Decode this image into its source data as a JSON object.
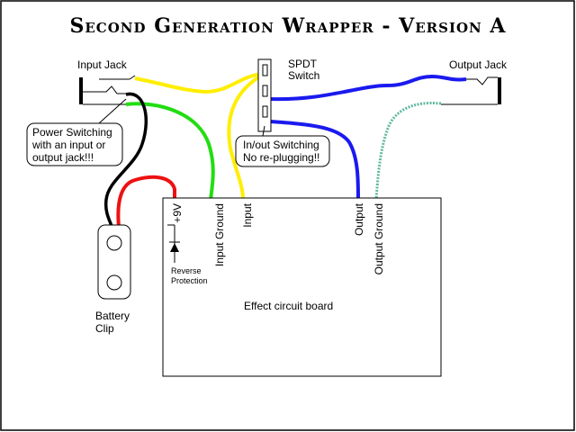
{
  "title": "Second Generation Wrapper - Version A",
  "labels": {
    "input_jack": "Input Jack",
    "output_jack": "Output Jack",
    "spdt_line1": "SPDT",
    "spdt_line2": "Switch",
    "power_line1": "Power Switching",
    "power_line2": "with an input or",
    "power_line3": "output jack!!!",
    "inout_line1": "In/out Switching",
    "inout_line2": "No re-plugging!!",
    "battery_line1": "Battery",
    "battery_line2": "Clip",
    "reverse_line1": "Reverse",
    "reverse_line2": "Protection",
    "board": "Effect circuit board",
    "pin_9v": "+9V",
    "pin_input_ground": "Input Ground",
    "pin_input": "Input",
    "pin_output": "Output",
    "pin_output_ground": "Output Ground"
  },
  "colors": {
    "yellow": "#ffee00",
    "green": "#22dd11",
    "blue": "#1a1aee",
    "red": "#ee1111",
    "black": "#000000",
    "teal": "#5fb8a0"
  }
}
